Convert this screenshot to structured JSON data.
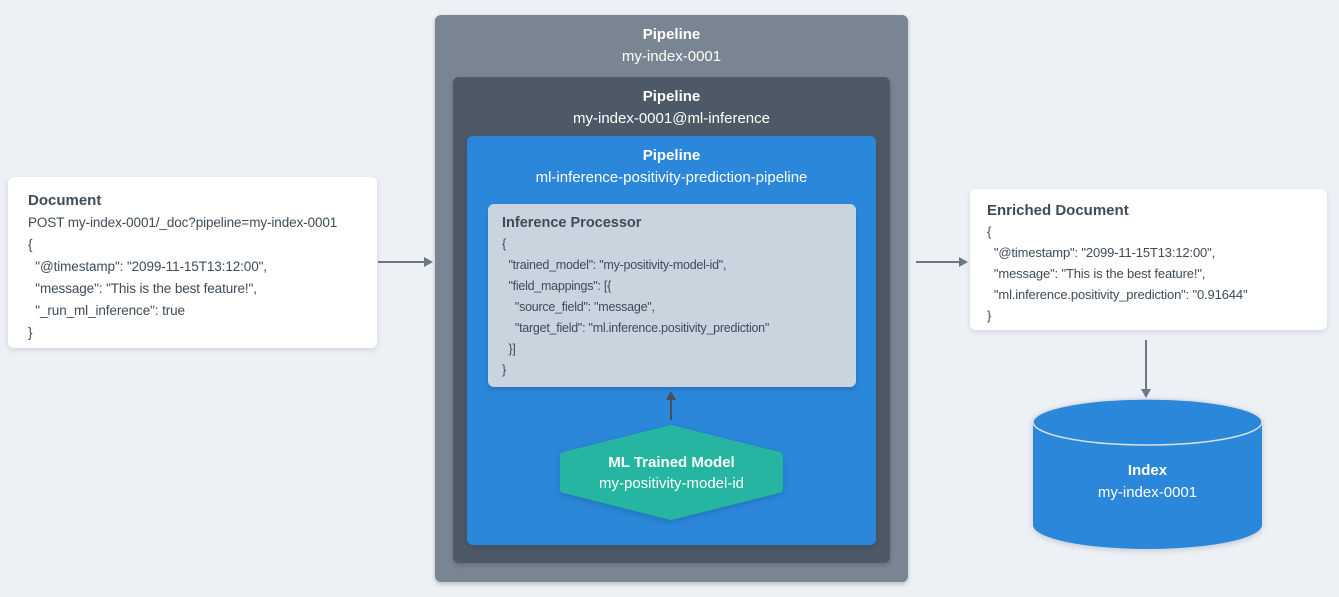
{
  "colors": {
    "background": "#edf1f6",
    "outer_box": "#798592",
    "ml_box": "#4d5966",
    "blue": "#2b87da",
    "processor_box": "#c9d4de",
    "teal": "#25b5a0",
    "cylinder_rim": "#d7dee6",
    "arrow_gray": "#6b7987",
    "arrow_dark": "#475059"
  },
  "document_card": {
    "title": "Document",
    "lines": [
      "POST my-index-0001/_doc?pipeline=my-index-0001",
      "{",
      "  \"@timestamp\": \"2099-11-15T13:12:00\",",
      "  \"message\": \"This is the best feature!\",",
      "  \"_run_ml_inference\": true",
      "}"
    ]
  },
  "outer_pipeline": {
    "title": "Pipeline",
    "name": "my-index-0001"
  },
  "ml_pipeline": {
    "title": "Pipeline",
    "name": "my-index-0001@ml-inference"
  },
  "inference_pipeline": {
    "title": "Pipeline",
    "name": "ml-inference-positivity-prediction-pipeline"
  },
  "inference_processor": {
    "title": "Inference Processor",
    "lines": [
      "{",
      "  \"trained_model\": \"my-positivity-model-id\",",
      "  \"field_mappings\": [{",
      "    \"source_field\": \"message\",",
      "    \"target_field\": \"ml.inference.positivity_prediction\"",
      "  }]",
      "}"
    ]
  },
  "trained_model": {
    "title": "ML Trained Model",
    "name": "my-positivity-model-id"
  },
  "enriched_card": {
    "title": "Enriched Document",
    "lines": [
      "{",
      "  \"@timestamp\": \"2099-11-15T13:12:00\",",
      "  \"message\": \"This is the best feature!\",",
      "  \"ml.inference.positivity_prediction\": \"0.91644\"",
      "}"
    ]
  },
  "index_store": {
    "title": "Index",
    "name": "my-index-0001"
  }
}
